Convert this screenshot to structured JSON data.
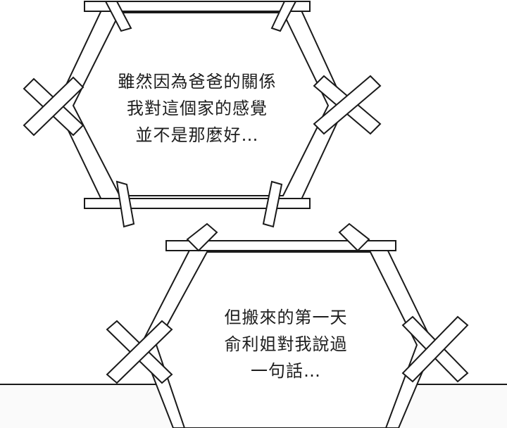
{
  "panel": {
    "bubble_1": {
      "lines": [
        "雖然因為爸爸的關係",
        "我對這個家的感覺",
        "並不是那麼好…"
      ]
    },
    "bubble_2": {
      "lines": [
        "但搬來的第一天",
        "俞利姐對我說過",
        "一句話…"
      ]
    }
  },
  "colors": {
    "background": "#ffffff",
    "outline": "#1a1a1a",
    "text": "#1e1e1e",
    "floor": "#fafafa"
  }
}
